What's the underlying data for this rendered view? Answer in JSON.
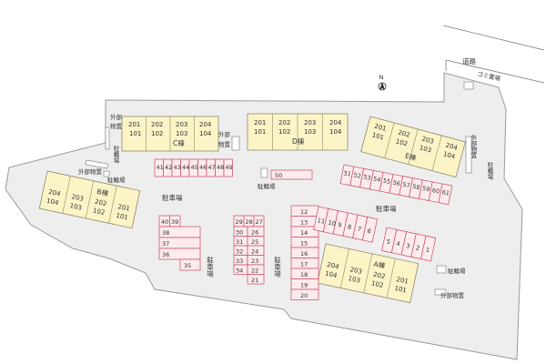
{
  "colors": {
    "site": "#eeeeee",
    "outline": "#9a9a9a",
    "building": "#fbf4c7",
    "building_edge": "#8f8a6a",
    "parking": "#fdebed",
    "parking_edge": "#c84a64",
    "text": "#333333"
  },
  "compass": {
    "label": "N",
    "icon": "north-arrow-icon"
  },
  "road": {
    "label": "道路"
  },
  "garbage": {
    "label": "ゴミ置場"
  },
  "buildings": {
    "A": {
      "label": "A棟",
      "units": [
        [
          "204",
          "104"
        ],
        [
          "203",
          "103"
        ],
        [
          "202",
          "102"
        ],
        [
          "201",
          "101"
        ]
      ]
    },
    "B": {
      "label": "B棟",
      "units": [
        [
          "204",
          "104"
        ],
        [
          "203",
          "103"
        ],
        [
          "202",
          "102"
        ],
        [
          "201",
          "101"
        ]
      ]
    },
    "C": {
      "label": "C棟",
      "units": [
        [
          "201",
          "101"
        ],
        [
          "202",
          "102"
        ],
        [
          "203",
          "103"
        ],
        [
          "204",
          "104"
        ]
      ]
    },
    "D": {
      "label": "D棟",
      "units": [
        [
          "201",
          "101"
        ],
        [
          "202",
          "102"
        ],
        [
          "203",
          "103"
        ],
        [
          "204",
          "104"
        ]
      ]
    },
    "E": {
      "label": "E棟",
      "units": [
        [
          "201",
          "101"
        ],
        [
          "202",
          "102"
        ],
        [
          "203",
          "103"
        ],
        [
          "204",
          "104"
        ]
      ]
    }
  },
  "labels": {
    "storage_c_top": "外部",
    "storage_c_bottom": "物置",
    "bike_c": "駐輪場",
    "storage_d_top": "外部",
    "storage_d_bottom": "物置",
    "bike_d": "駐輪場",
    "storage_e": "外部物置",
    "bike_e": "駐輪場",
    "storage_b": "外部物置",
    "bike_b": "駐輪場",
    "parking_w": "駐車場",
    "parking_mid": "駐車場",
    "parking_c": "駐車場",
    "parking_ne": "駐車場",
    "bike_a": "駐輪場",
    "storage_a": "外部物置"
  },
  "parking": {
    "row_41_49": [
      "41",
      "42",
      "43",
      "44",
      "45",
      "46",
      "47",
      "48",
      "49"
    ],
    "space_50": "50",
    "row_51_61": [
      "51",
      "52",
      "53",
      "54",
      "55",
      "56",
      "57",
      "58",
      "59",
      "60",
      "61"
    ],
    "block_40_35": [
      [
        "40",
        "39"
      ],
      [
        "38"
      ],
      [
        "37"
      ],
      [
        "36"
      ],
      [
        "35"
      ]
    ],
    "block_29_21": [
      [
        "29",
        "28",
        "27"
      ],
      [
        "30",
        "26"
      ],
      [
        "31",
        "25"
      ],
      [
        "32",
        "24"
      ],
      [
        "33",
        "23"
      ],
      [
        "34",
        "22"
      ],
      [
        "21"
      ]
    ],
    "col_12_20": [
      "12",
      "13",
      "14",
      "15",
      "16",
      "17",
      "18",
      "19",
      "20"
    ],
    "row_11_6": [
      "11",
      "10",
      "9",
      "8",
      "7",
      "6"
    ],
    "row_5_1": [
      "5",
      "4",
      "3",
      "2",
      "1"
    ]
  }
}
